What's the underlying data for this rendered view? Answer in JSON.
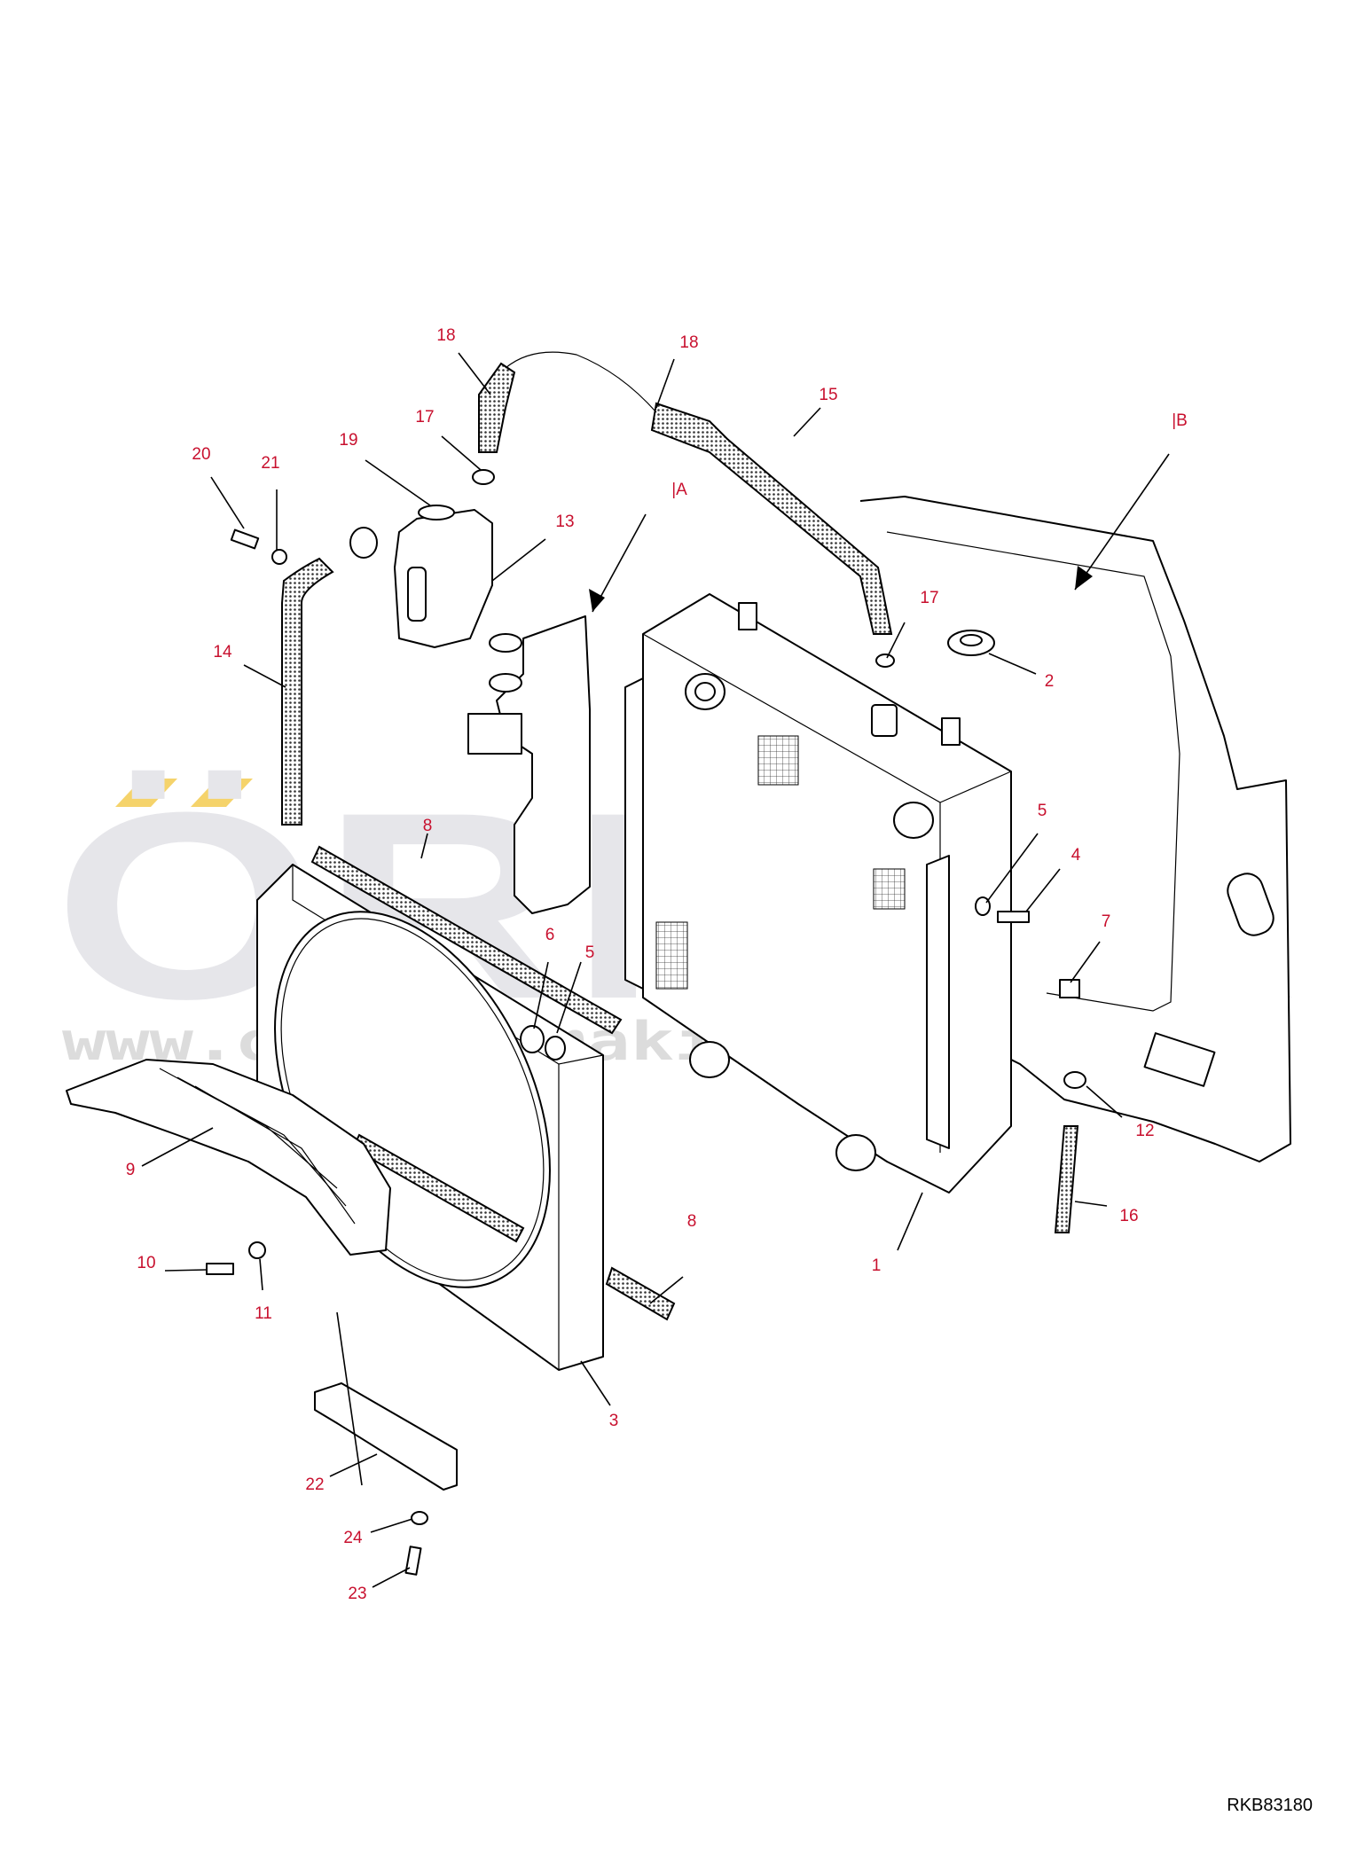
{
  "diagram": {
    "code": "RKB83180",
    "watermark_brand": "ÖRNEK",
    "watermark_url": "www.ornekismakinalari.com.tr",
    "views": {
      "A": "|A",
      "B": "|B"
    },
    "callouts": {
      "c1": "1",
      "c2": "2",
      "c3": "3",
      "c4": "4",
      "c5a": "5",
      "c5b": "5",
      "c6": "6",
      "c7": "7",
      "c8a": "8",
      "c8b": "8",
      "c9": "9",
      "c10": "10",
      "c11": "11",
      "c12": "12",
      "c13": "13",
      "c14": "14",
      "c15": "15",
      "c16": "16",
      "c17a": "17",
      "c17b": "17",
      "c18a": "18",
      "c18b": "18",
      "c19": "19",
      "c20": "20",
      "c21": "21",
      "c22": "22",
      "c23": "23",
      "c24": "24"
    }
  },
  "colors": {
    "callout": "#c8102e",
    "watermark": "#e6e6ea",
    "watermark_accent": "#f5d36b"
  }
}
